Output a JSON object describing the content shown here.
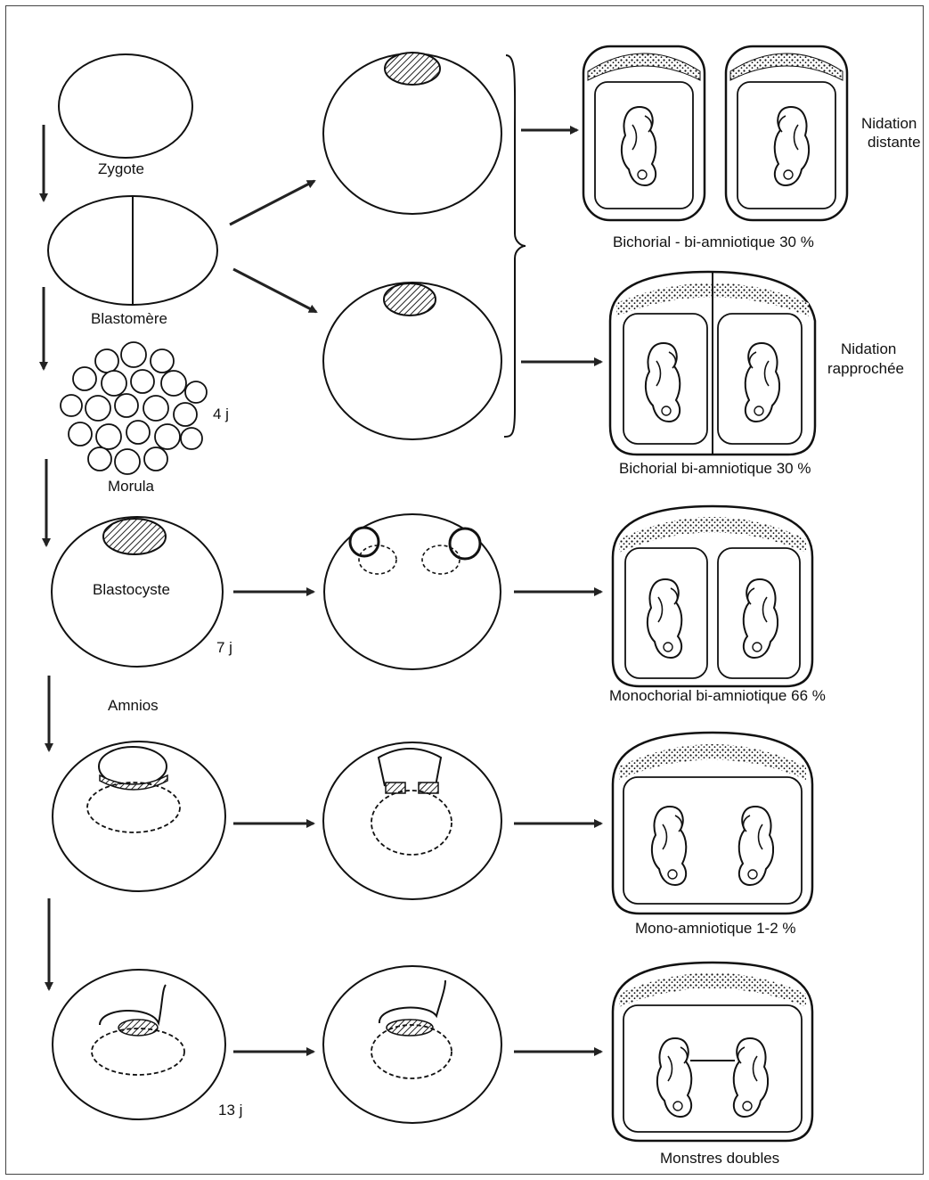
{
  "labels": {
    "zygote": "Zygote",
    "blastomere": "Blastomère",
    "morula": "Morula",
    "day4": "4 j",
    "blastocyste": "Blastocyste",
    "day7": "7 j",
    "amnios": "Amnios",
    "day13": "13 j",
    "nidation_distante_1": "Nidation",
    "nidation_distante_2": "distante",
    "nidation_rapprochee_1": "Nidation",
    "nidation_rapprochee_2": "rapprochée",
    "result_1": "Bichorial - bi-amniotique 30 %",
    "result_2": "Bichorial bi-amniotique 30 %",
    "result_3": "Monochorial bi-amniotique 66 %",
    "result_4": "Mono-amniotique 1-2 %",
    "result_5": "Monstres doubles"
  }
}
